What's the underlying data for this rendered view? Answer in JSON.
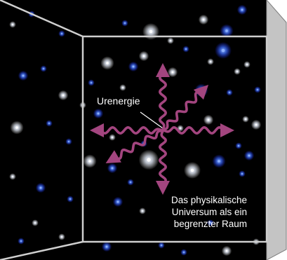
{
  "labels": {
    "energy": "Urenergie",
    "universe_line1": "Das physikalische",
    "universe_line2": "Universum als ein",
    "universe_line3": "begrenzter Raum"
  },
  "colors": {
    "space": "#000000",
    "frame": "#cfcfcf",
    "box_side": "#c4c4c4",
    "box_edge": "#8a8a8a",
    "arrow": "#a3457f",
    "label_text": "#ffffff",
    "pointer_line": "#ffffff"
  },
  "icons": {
    "arrows": "wavy-arrow-icon",
    "stars": "star-icon"
  }
}
